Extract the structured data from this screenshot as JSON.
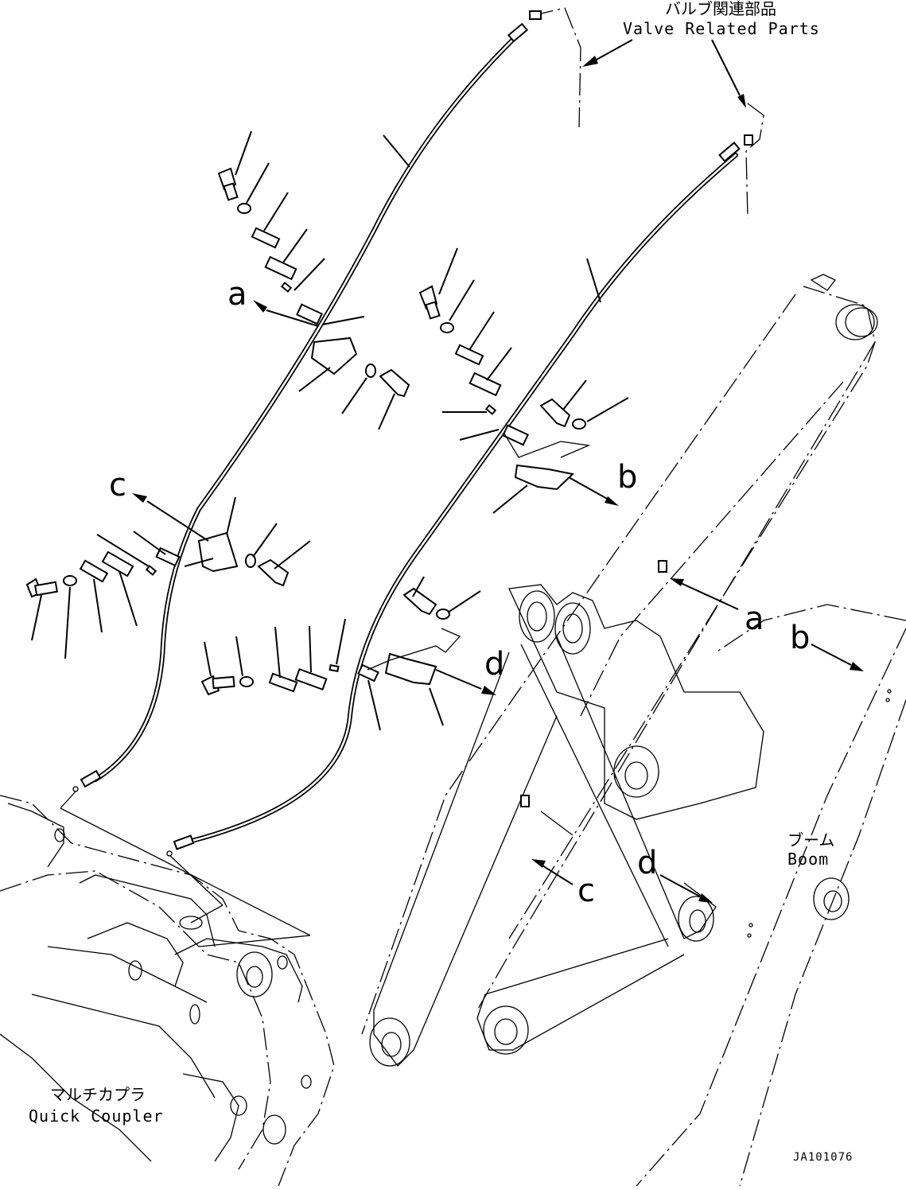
{
  "labels": {
    "valve_jp": "バルブ関連部品",
    "valve_en": "Valve Related Parts",
    "boom_jp": "ブーム",
    "boom_en": "Boom",
    "coupler_jp": "マルチカプラ",
    "coupler_en": "Quick Coupler",
    "drawing_code": "JA101076"
  },
  "view_markers": {
    "a_out": "a",
    "b_out": "b",
    "c_out": "c",
    "d_out": "d",
    "a_in": "a",
    "b_in": "b",
    "c_in": "c",
    "d_in": "d"
  },
  "icons": [
    "bolt-icon",
    "washer-icon",
    "clamp-icon",
    "bracket-icon",
    "hose-icon",
    "arrow-icon"
  ]
}
